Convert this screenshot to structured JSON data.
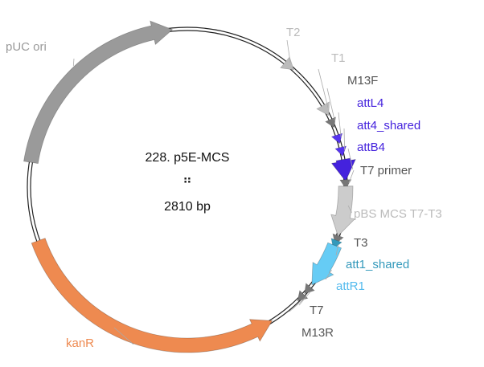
{
  "plasmid": {
    "name": "228. p5E-MCS",
    "separator": "⠶",
    "size": "2810 bp",
    "length_bp": 2810
  },
  "features": [
    {
      "id": "puc-ori",
      "label": "pUC ori",
      "type": "arrow",
      "start": 0.775,
      "end": 0.985,
      "direction": "cw",
      "color": "#9a9a9a",
      "label_color": "#9a9a9a"
    },
    {
      "id": "t2",
      "label": "T2",
      "type": "terminator",
      "pos": 0.11,
      "color": "#bbbbbb",
      "label_color": "#bbbbbb"
    },
    {
      "id": "t1",
      "label": "T1",
      "type": "terminator",
      "pos": 0.168,
      "color": "#bbbbbb",
      "label_color": "#bbbbbb"
    },
    {
      "id": "m13f",
      "label": "M13F",
      "type": "primer",
      "pos": 0.183,
      "color": "#777777",
      "label_color": "#555555"
    },
    {
      "id": "attl4",
      "label": "attL4",
      "type": "site",
      "pos": 0.2,
      "color": "#5533ee",
      "label_color": "#4422dd"
    },
    {
      "id": "att4-shared",
      "label": "att4_shared",
      "type": "site",
      "pos": 0.213,
      "color": "#5533ee",
      "label_color": "#4422dd"
    },
    {
      "id": "attb4",
      "label": "attB4",
      "type": "arrow",
      "start": 0.222,
      "end": 0.244,
      "direction": "cw",
      "color": "#4422dd",
      "label_color": "#4422dd"
    },
    {
      "id": "t7-primer",
      "label": "T7 primer",
      "type": "primer",
      "pos": 0.246,
      "color": "#777777",
      "label_color": "#555555"
    },
    {
      "id": "pbs-mcs",
      "label": "pBS MCS T7-T3",
      "type": "arrow",
      "start": 0.249,
      "end": 0.3,
      "direction": "cw",
      "color": "#cccccc",
      "label_color": "#bbbbbb"
    },
    {
      "id": "t3",
      "label": "T3",
      "type": "primer",
      "pos": 0.303,
      "color": "#777777",
      "label_color": "#555555"
    },
    {
      "id": "att1-shared",
      "label": "att1_shared",
      "type": "site",
      "pos": 0.308,
      "color": "#3399bb",
      "label_color": "#3399bb"
    },
    {
      "id": "attr1",
      "label": "attR1",
      "type": "arrow",
      "start": 0.31,
      "end": 0.356,
      "direction": "cw",
      "color": "#66ccf5",
      "label_color": "#55bbee"
    },
    {
      "id": "t7",
      "label": "T7",
      "type": "primer",
      "pos": 0.362,
      "color": "#777777",
      "label_color": "#555555"
    },
    {
      "id": "m13r",
      "label": "M13R",
      "type": "primer",
      "pos": 0.372,
      "color": "#777777",
      "label_color": "#555555"
    },
    {
      "id": "kanr",
      "label": "kanR",
      "type": "arrow",
      "start": 0.41,
      "end": 0.695,
      "direction": "ccw",
      "color": "#ee8a50",
      "label_color": "#ee8a50"
    }
  ]
}
